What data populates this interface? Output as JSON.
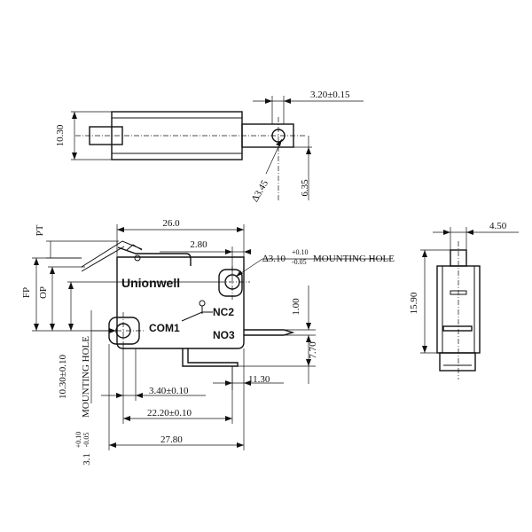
{
  "brand": "Unionwell",
  "terminals": {
    "nc": "NC2",
    "no": "NO3",
    "com": "COM1"
  },
  "top_view": {
    "width_label": "10.30",
    "tab_label": "3.20±0.15",
    "hole_label": "∆3.45",
    "offset_label": "6.35"
  },
  "front_view": {
    "length_label": "26.0",
    "hole_pos_label": "2.80",
    "mount_hole_label": "∆3.10",
    "mount_hole_tol_upper": "+0.10",
    "mount_hole_tol_lower": "-0.05",
    "mount_hole_text": "MOUNTING HOLE",
    "pt_label": "PT",
    "fp_label": "FP",
    "op_label": "OP",
    "height_label": "10.30±0.10",
    "term_gap_label": "1.00",
    "term_len_label": "7.70",
    "term_pitch_label": "11.30",
    "com_pos_label": "3.40±0.10",
    "hole_pitch_label": "22.20±0.10",
    "overall_label": "27.80",
    "left_hole_label": "3.1",
    "left_hole_tol_upper": "+0.10",
    "left_hole_tol_lower": "-0.05",
    "left_hole_text": "MOUNTING HOLE"
  },
  "side_view": {
    "width_label": "4.50",
    "height_label": "15.90"
  }
}
